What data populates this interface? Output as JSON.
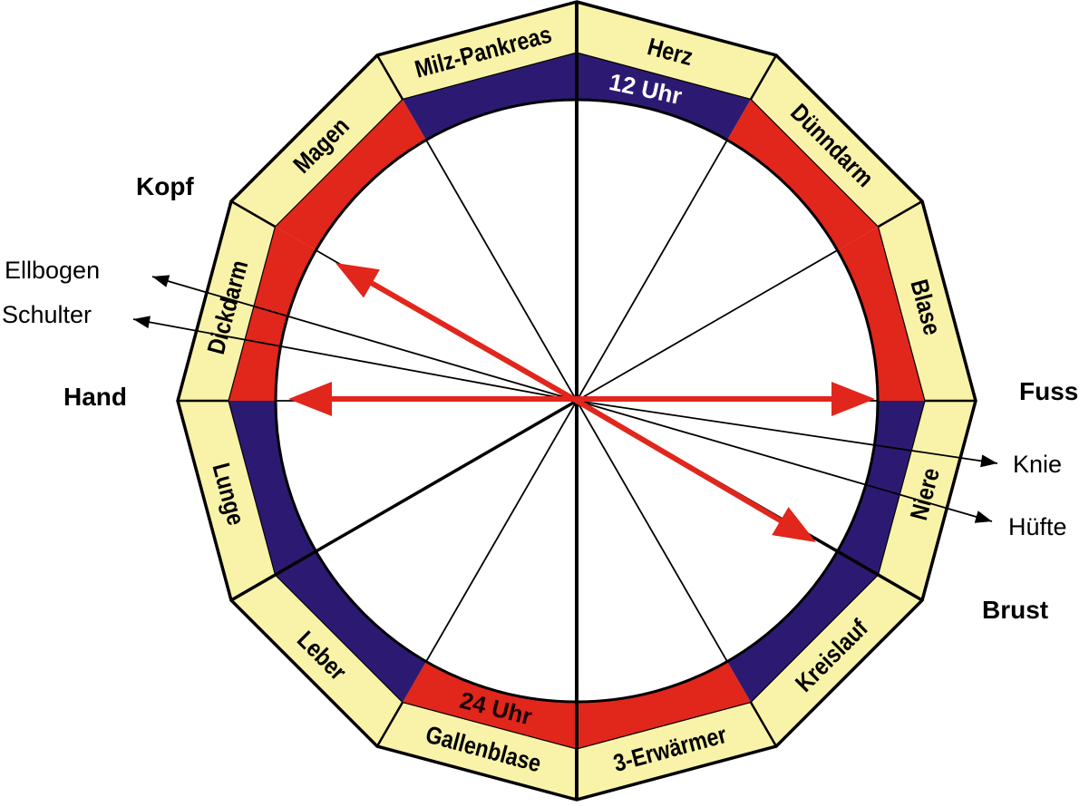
{
  "segments": [
    {
      "label": "Herz",
      "ring_color": "#2c1a72"
    },
    {
      "label": "Dünndarm",
      "ring_color": "#e1261c"
    },
    {
      "label": "Blase",
      "ring_color": "#e1261c"
    },
    {
      "label": "Niere",
      "ring_color": "#2c1a72"
    },
    {
      "label": "Kreislauf",
      "ring_color": "#2c1a72"
    },
    {
      "label": "3-Erwärmer",
      "ring_color": "#e1261c"
    },
    {
      "label": "Gallenblase",
      "ring_color": "#e1261c"
    },
    {
      "label": "Leber",
      "ring_color": "#2c1a72"
    },
    {
      "label": "Lunge",
      "ring_color": "#2c1a72"
    },
    {
      "label": "Dickdarm",
      "ring_color": "#e1261c"
    },
    {
      "label": "Magen",
      "ring_color": "#e1261c"
    },
    {
      "label": "Milz-Pankreas",
      "ring_color": "#2c1a72"
    }
  ],
  "clock_labels": {
    "noon": "12 Uhr",
    "midnight": "24 Uhr"
  },
  "body_labels": {
    "kopf": "Kopf",
    "hand": "Hand",
    "fuss": "Fuss",
    "brust": "Brust",
    "ellbogen": "Ellbogen",
    "schulter": "Schulter",
    "knie": "Knie",
    "huefte": "Hüfte"
  },
  "colors": {
    "band": "#f9f3a9",
    "circle": "#ffffff",
    "line": "#000000",
    "arrow": "#e1261c",
    "noon_text": "#ffffff",
    "midnight_text": "#1a0000"
  }
}
